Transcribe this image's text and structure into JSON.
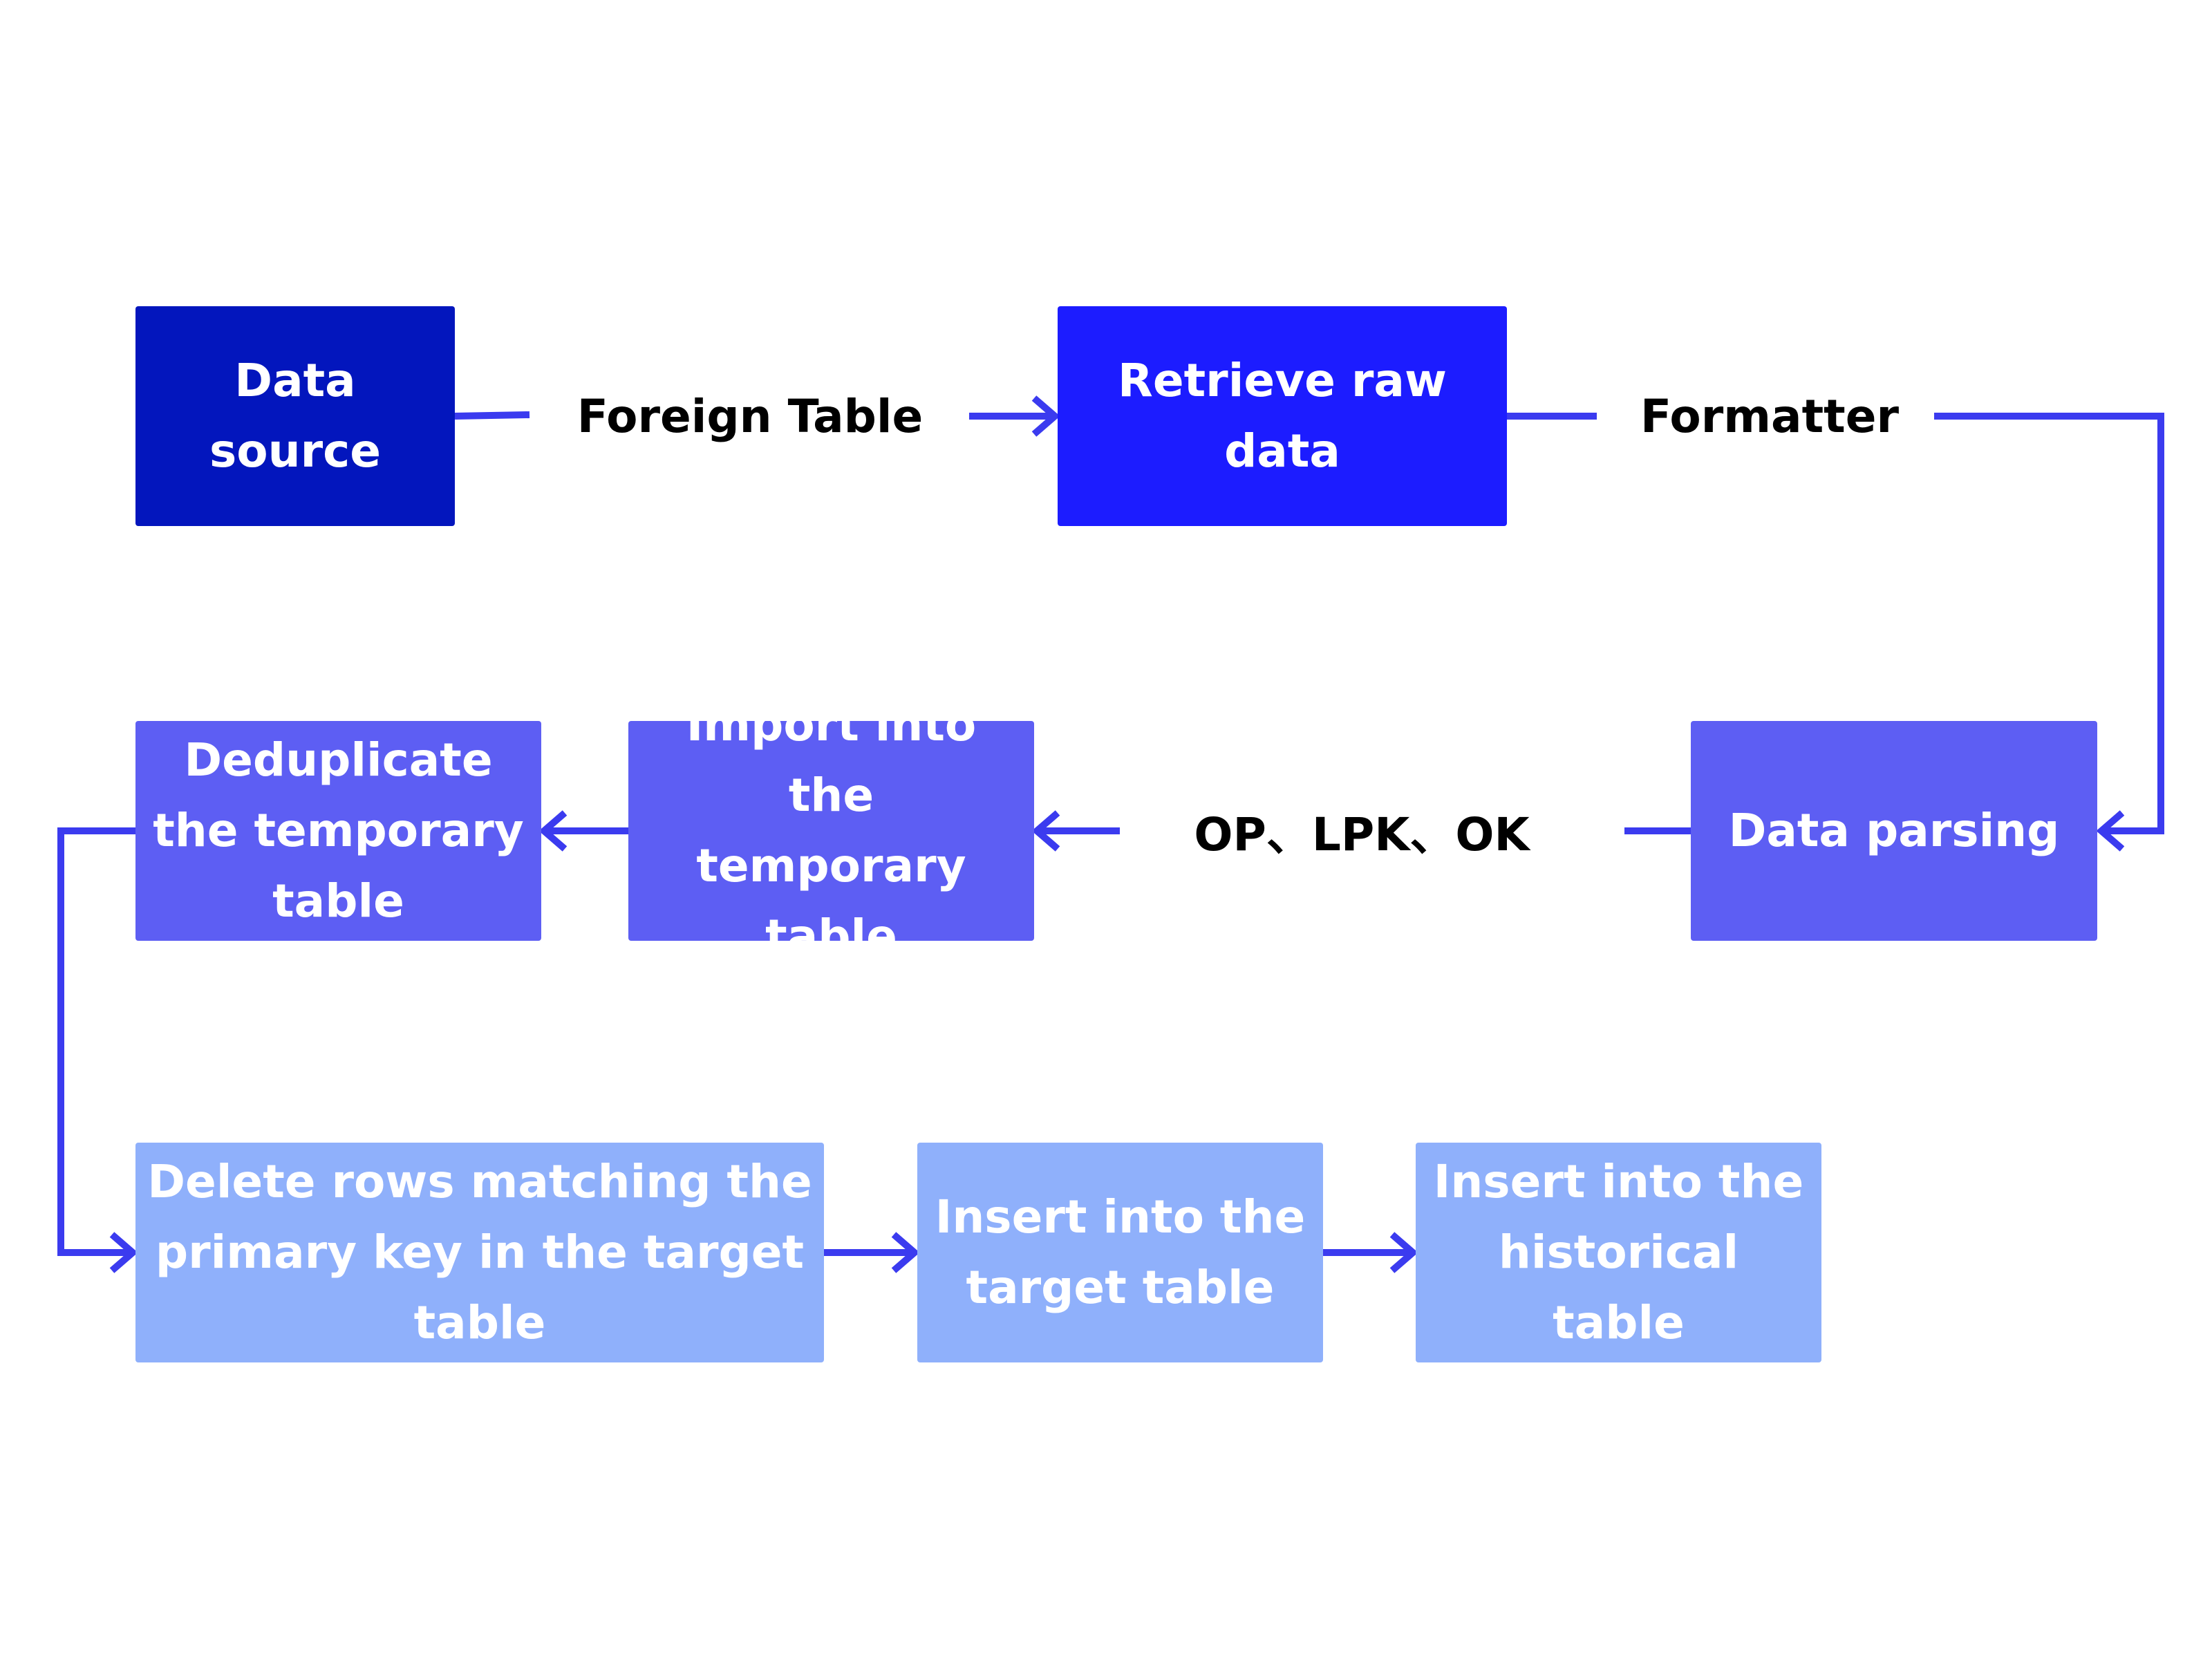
{
  "colors": {
    "dark_blue": "#0316bd",
    "bright_blue": "#1c1cff",
    "medium_blue": "#5d5ef3",
    "light_blue": "#8fb0fb",
    "connector": "#3b3bef",
    "label_text": "#000000",
    "box_text": "#ffffff"
  },
  "nodes": {
    "data_source": "Data source",
    "retrieve_raw_data": "Retrieve raw data",
    "data_parsing": "Data parsing",
    "import_temporary": "Import into the\ntemporary\ntable",
    "deduplicate_temporary": "Deduplicate\nthe temporary\ntable",
    "delete_rows": "Delete rows matching the\nprimary key in the target\ntable",
    "insert_target": "Insert into the\ntarget table",
    "insert_historical": "Insert into the\nhistorical table"
  },
  "edge_labels": {
    "foreign_table": "Foreign Table",
    "formatter": "Formatter",
    "op_lpk_ok": "OP、LPK、OK"
  },
  "edges": [
    {
      "from": "data_source",
      "to": "retrieve_raw_data",
      "label": "foreign_table"
    },
    {
      "from": "retrieve_raw_data",
      "to": "data_parsing",
      "label": "formatter"
    },
    {
      "from": "data_parsing",
      "to": "import_temporary",
      "label": "op_lpk_ok"
    },
    {
      "from": "import_temporary",
      "to": "deduplicate_temporary"
    },
    {
      "from": "deduplicate_temporary",
      "to": "delete_rows"
    },
    {
      "from": "delete_rows",
      "to": "insert_target"
    },
    {
      "from": "insert_target",
      "to": "insert_historical"
    }
  ]
}
